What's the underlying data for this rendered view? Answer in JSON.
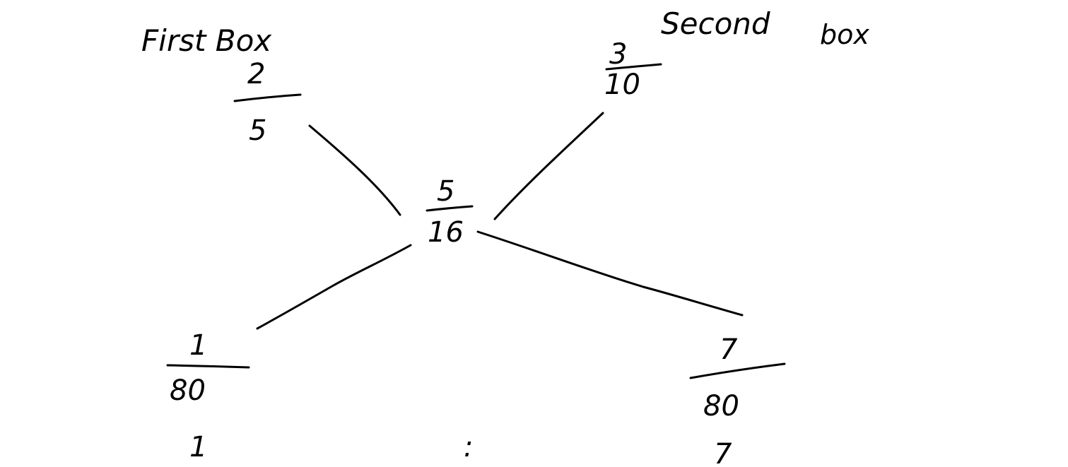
{
  "labels": {
    "first_box": "First Box",
    "second_word": "Second",
    "second_box": "box"
  },
  "fractions": {
    "top_left": {
      "numerator": "2",
      "denominator": "5"
    },
    "top_right": {
      "numerator": "3",
      "denominator": "10"
    },
    "center": {
      "numerator": "5",
      "denominator": "16"
    },
    "bottom_left": {
      "numerator": "1",
      "denominator": "80"
    },
    "bottom_right": {
      "numerator": "7",
      "denominator": "80"
    }
  },
  "ratio": {
    "left": "1",
    "separator": ":",
    "right": "7"
  }
}
